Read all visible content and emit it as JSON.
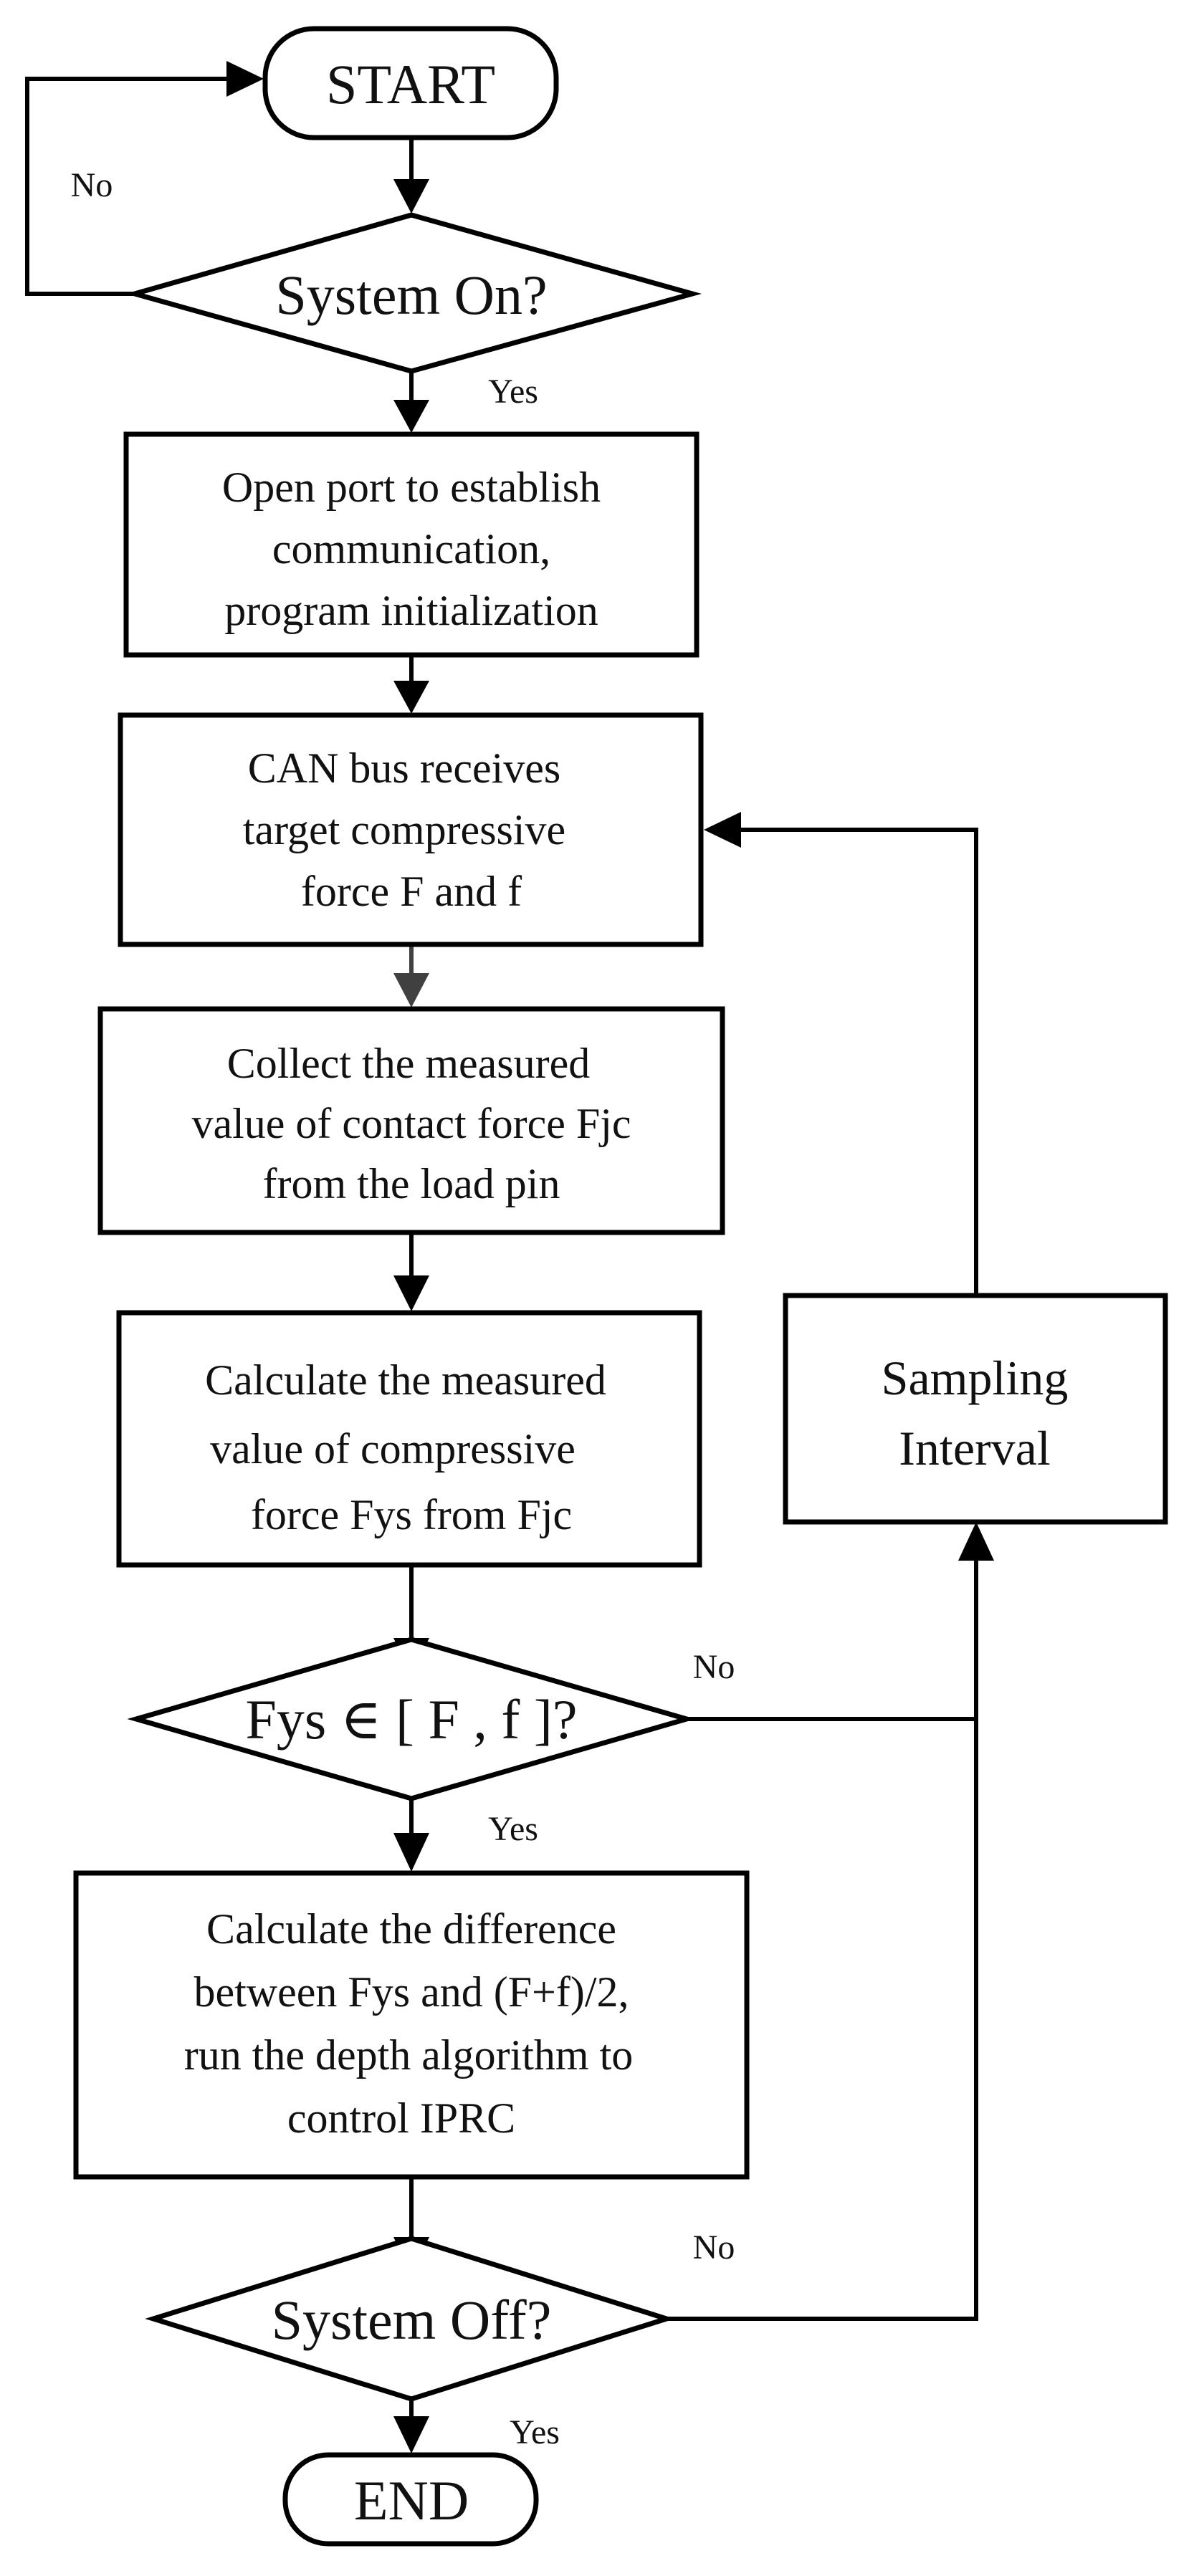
{
  "nodes": {
    "start": "START",
    "system_on": "System On?",
    "init": [
      "Open port to establish",
      "communication,",
      "program initialization"
    ],
    "can_bus": [
      "CAN bus receives",
      "target compressive",
      "force F and f"
    ],
    "collect": [
      "Collect the measured",
      "value of contact force Fjc",
      "from the load pin"
    ],
    "calculate": [
      "Calculate the measured",
      "value of compressive",
      "force Fys from Fjc"
    ],
    "range_check": "Fys ∈ [ F , f ]?",
    "control": [
      "Calculate the difference",
      "between Fys and (F+f)/2,",
      "run the depth algorithm to",
      "control IPRC"
    ],
    "system_off": "System Off?",
    "end": "END",
    "sampling": [
      "Sampling",
      "Interval"
    ]
  },
  "edge_labels": {
    "on_no": "No",
    "on_yes": "Yes",
    "range_no": "No",
    "range_yes": "Yes",
    "off_no": "No",
    "off_yes": "Yes"
  }
}
